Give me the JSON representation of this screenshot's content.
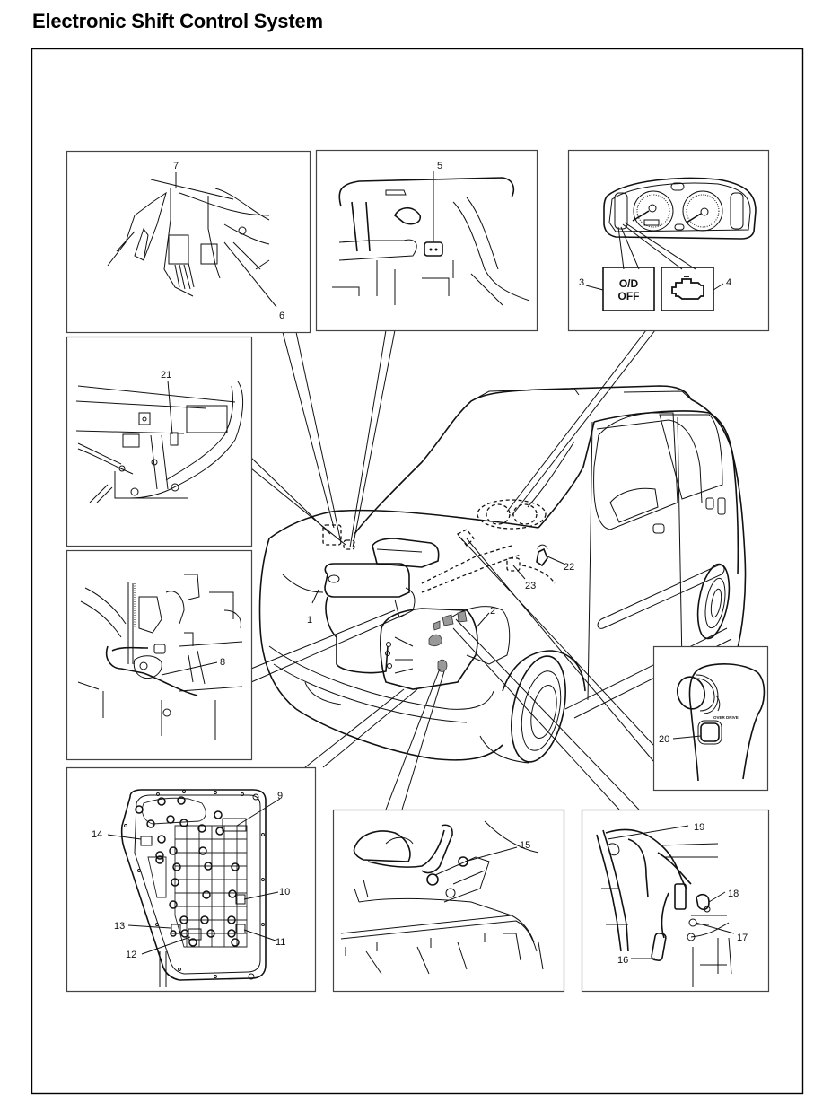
{
  "page": {
    "title": "Electronic Shift Control System"
  },
  "diagram": {
    "callouts": {
      "c1": "1",
      "c2": "2",
      "c3": "3",
      "c4": "4",
      "c5": "5",
      "c6": "6",
      "c7": "7",
      "c8": "8",
      "c9": "9",
      "c10": "10",
      "c11": "11",
      "c12": "12",
      "c13": "13",
      "c14": "14",
      "c15": "15",
      "c16": "16",
      "c17": "17",
      "c18": "18",
      "c19": "19",
      "c20": "20",
      "c21": "21",
      "c22": "22",
      "c23": "23"
    },
    "indicators": {
      "od_off_line1": "O/D",
      "od_off_line2": "OFF",
      "check_engine_icon": "engine-icon"
    },
    "shift_knob": {
      "button_text": "OVER DRIVE"
    }
  }
}
